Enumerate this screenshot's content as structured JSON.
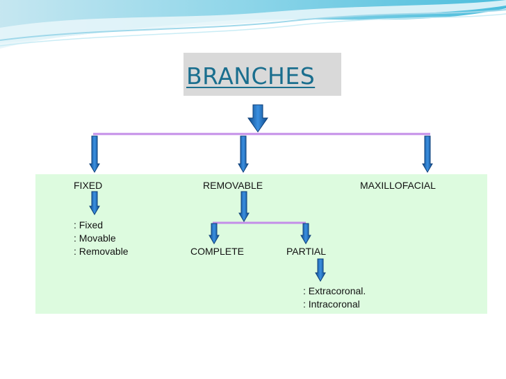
{
  "title": "BRANCHES",
  "branches": [
    {
      "label": "FIXED"
    },
    {
      "label": "REMOVABLE"
    },
    {
      "label": "MAXILLOFACIAL"
    }
  ],
  "fixed_types": [
    ": Fixed",
    ": Movable",
    ": Removable"
  ],
  "removable_types": [
    {
      "label": "COMPLETE"
    },
    {
      "label": "PARTIAL"
    }
  ],
  "partial_types": [
    ": Extracoronal.",
    ": Intracoronal"
  ],
  "colors": {
    "title_text": "#1a6e8e",
    "title_box": "#d9d9d9",
    "panel": "#ddfbdf",
    "connector": "#c48ee8",
    "arrow_fill": "#1f6fc4",
    "arrow_stroke": "#0e3f78"
  }
}
